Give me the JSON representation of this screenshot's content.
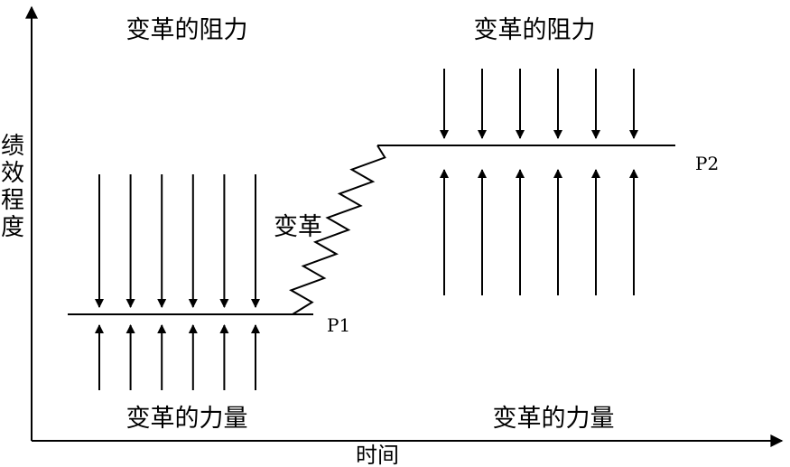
{
  "diagram": {
    "y_axis_label": "绩效程度",
    "x_axis_label": "时间",
    "left": {
      "resistance_label": "变革的阻力",
      "force_label": "变革的力量",
      "level_label": "P1",
      "resistance_arrow_count": 6,
      "force_arrow_count": 6
    },
    "transition_label": "变革",
    "right": {
      "resistance_label": "变革的阻力",
      "force_label": "变革的力量",
      "level_label": "P2",
      "resistance_arrow_count": 6,
      "force_arrow_count": 6
    },
    "colors": {
      "ink": "#000000",
      "background": "#ffffff"
    }
  }
}
